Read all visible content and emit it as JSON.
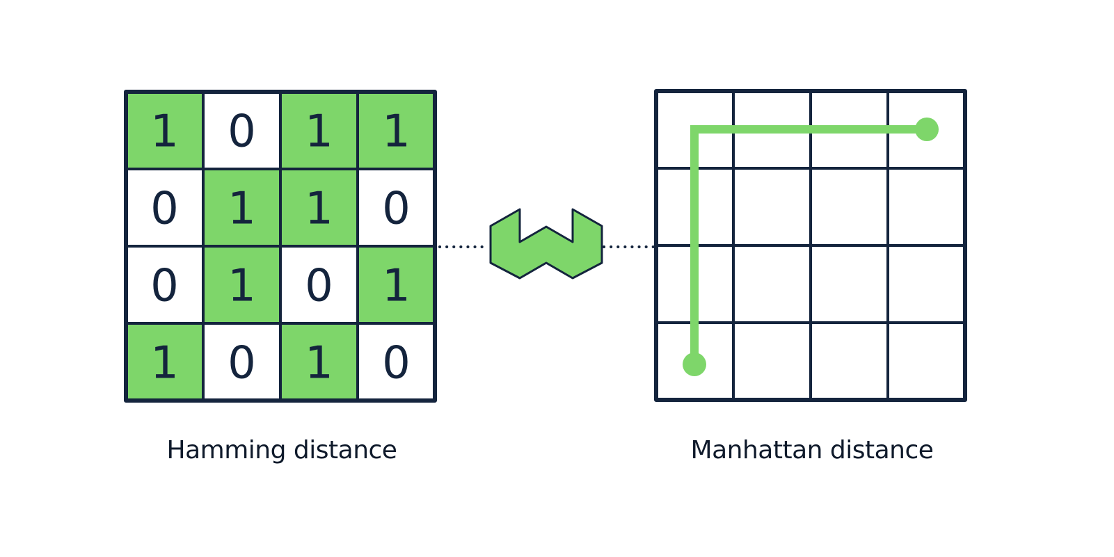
{
  "hamming": {
    "caption": "Hamming distance",
    "grid": [
      [
        "1",
        "0",
        "1",
        "1"
      ],
      [
        "0",
        "1",
        "1",
        "0"
      ],
      [
        "0",
        "1",
        "0",
        "1"
      ],
      [
        "1",
        "0",
        "1",
        "0"
      ]
    ]
  },
  "manhattan": {
    "caption": "Manhattan distance",
    "rows": 4,
    "cols": 4,
    "path": {
      "start_cell": {
        "row": 3,
        "col": 0
      },
      "corner_cell": {
        "row": 0,
        "col": 0
      },
      "end_cell": {
        "row": 0,
        "col": 3
      }
    }
  },
  "colors": {
    "ink": "#14243d",
    "accent_green": "#7ed66a",
    "background": "#ffffff"
  },
  "center_logo": {
    "icon": "w-hexagon-logo-icon"
  }
}
